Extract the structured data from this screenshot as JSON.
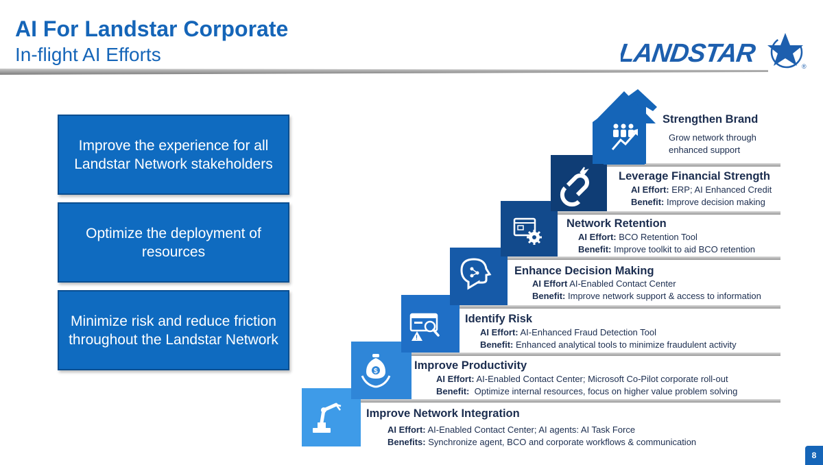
{
  "header": {
    "title": "AI For Landstar Corporate",
    "subtitle": "In-flight AI Efforts"
  },
  "logo": {
    "text": "LANDSTAR",
    "mark": "®"
  },
  "goals": [
    "Improve the experience for all Landstar Network stakeholders",
    "Optimize the deployment of resources",
    "Minimize risk and reduce friction throughout the Landstar Network"
  ],
  "steps": [
    {
      "title": "Improve Network Integration",
      "effort_label": "AI Effort:",
      "effort": "AI-Enabled Contact Center; AI agents: AI Task Force",
      "benefit_label": "Benefits:",
      "benefit": "Synchronize agent, BCO and corporate workflows & communication",
      "icon": "robot-arm-icon"
    },
    {
      "title": "Improve Productivity",
      "effort_label": "AI Effort:",
      "effort": "AI-Enabled Contact Center; Microsoft Co-Pilot corporate roll-out",
      "benefit_label": "Benefit:",
      "benefit": "Optimize internal resources, focus on higher value problem solving",
      "icon": "money-bag-icon"
    },
    {
      "title": "Identify Risk",
      "effort_label": "AI Effort:",
      "effort": "AI-Enhanced Fraud Detection Tool",
      "benefit_label": "Benefit:",
      "benefit": "Enhanced analytical tools to minimize fraudulent activity",
      "icon": "fraud-search-icon"
    },
    {
      "title": "Enhance Decision Making",
      "effort_label": "AI Effort",
      "effort": "AI-Enabled Contact Center",
      "benefit_label": "Benefit:",
      "benefit": "Improve network support & access to information",
      "icon": "ai-brain-head-icon"
    },
    {
      "title": "Network Retention",
      "effort_label": "AI Effort:",
      "effort": "BCO Retention Tool",
      "benefit_label": "Benefit:",
      "benefit": "Improve toolkit to aid BCO retention",
      "icon": "browser-gear-icon"
    },
    {
      "title": "Leverage Financial Strength",
      "effort_label": "AI Effort:",
      "effort": "ERP; AI Enhanced Credit",
      "benefit_label": "Benefit:",
      "benefit": "Improve decision making",
      "icon": "magnet-icon"
    },
    {
      "title": "Strengthen Brand",
      "line1": "Grow network through",
      "line2": "enhanced support",
      "icon": "people-growth-icon"
    }
  ],
  "page_number": "8",
  "colors": {
    "title_blue": "#1565b8",
    "goal_box": "#0f6bc0",
    "step_colors": [
      "#3e9be8",
      "#2f86d8",
      "#1f6fc6",
      "#165aa8",
      "#124a8c",
      "#0f3d75",
      "#1565b8"
    ],
    "step_text": "#1b2d4f"
  }
}
